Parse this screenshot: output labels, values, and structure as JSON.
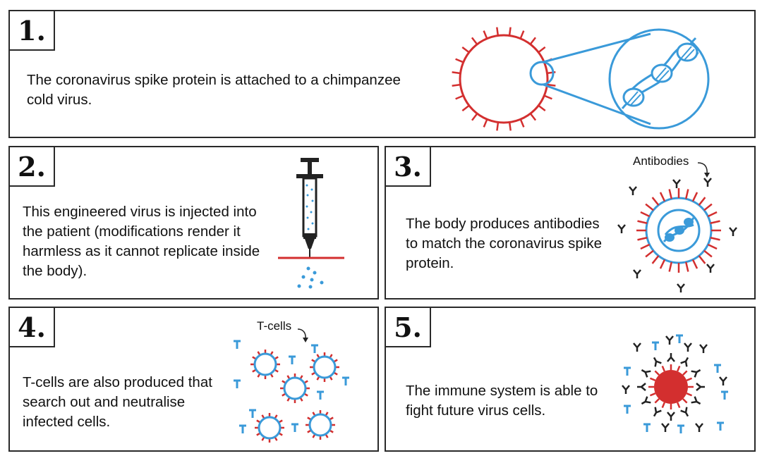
{
  "panels": [
    {
      "number": "1.",
      "text": "The coronavirus spike protein is attached to a chimpanzee cold virus."
    },
    {
      "number": "2.",
      "text": "This engineered virus is injected into the patient (modifications render it harmless as it cannot replicate inside the body)."
    },
    {
      "number": "3.",
      "text": "The body produces antibodies to match the coronavirus spike protein.",
      "label": "Antibodies"
    },
    {
      "number": "4.",
      "text": "T-cells are also produced that search out and neutralise infected cells.",
      "label": "T-cells"
    },
    {
      "number": "5.",
      "text": "The immune system is able to fight future virus cells."
    }
  ],
  "colors": {
    "red": "#d32f2f",
    "blue": "#3a9ad9",
    "dark": "#222222",
    "border": "#2a2a2a"
  },
  "icons": [
    "virus-icon",
    "dna-icon",
    "syringe-icon",
    "antibody-icon",
    "t-cell-icon",
    "infected-cell-icon"
  ]
}
